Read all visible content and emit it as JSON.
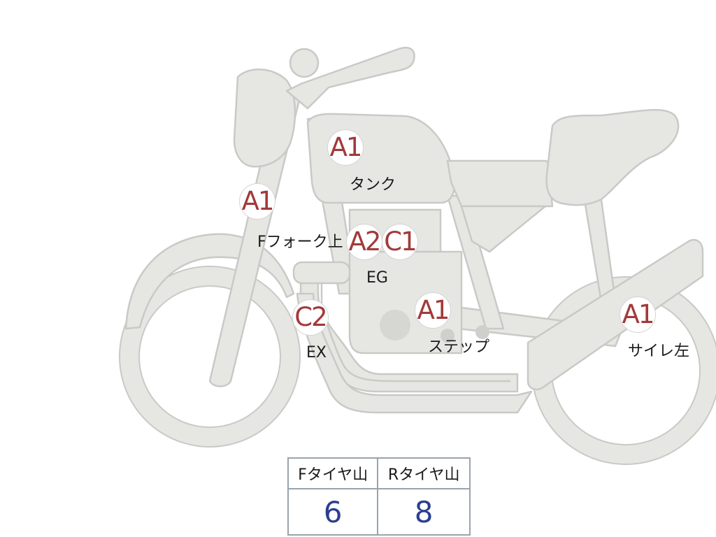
{
  "badges": [
    {
      "id": "tank",
      "grade": "A1",
      "label": "タンク"
    },
    {
      "id": "ffork",
      "grade": "A1",
      "label": "Fフォーク上"
    },
    {
      "id": "eg-a",
      "grade": "A2",
      "label": ""
    },
    {
      "id": "eg-c",
      "grade": "C1",
      "label": "EG"
    },
    {
      "id": "ex",
      "grade": "C2",
      "label": "EX"
    },
    {
      "id": "step",
      "grade": "A1",
      "label": "ステップ"
    },
    {
      "id": "silencer",
      "grade": "A1",
      "label": "サイレ左"
    }
  ],
  "tire_table": {
    "front_header": "Fタイヤ山",
    "rear_header": "Rタイヤ山",
    "front_value": "6",
    "rear_value": "8"
  },
  "colors": {
    "body_fill": "#e6e6e3",
    "outline": "#c9c9c6",
    "grade_text": "#a23a3a",
    "tire_value_text": "#2b3f8f",
    "table_border": "#9aa3ad"
  }
}
